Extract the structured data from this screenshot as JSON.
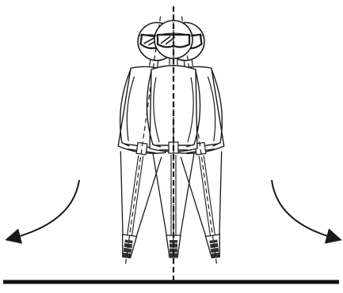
{
  "figure": {
    "subject": "riders-lean-comparison",
    "riders": [
      {
        "id": "left",
        "pose": "leaning-left"
      },
      {
        "id": "center",
        "pose": "upright"
      },
      {
        "id": "right",
        "pose": "leaning-right"
      }
    ],
    "arrows": [
      {
        "id": "left-arrow",
        "direction": "down-left"
      },
      {
        "id": "right-arrow",
        "direction": "down-right"
      }
    ],
    "colors": {
      "ink": "#1a1a1a",
      "helmet_fill": "#ffffff",
      "visor": "#222222",
      "background": "#ffffff"
    }
  }
}
